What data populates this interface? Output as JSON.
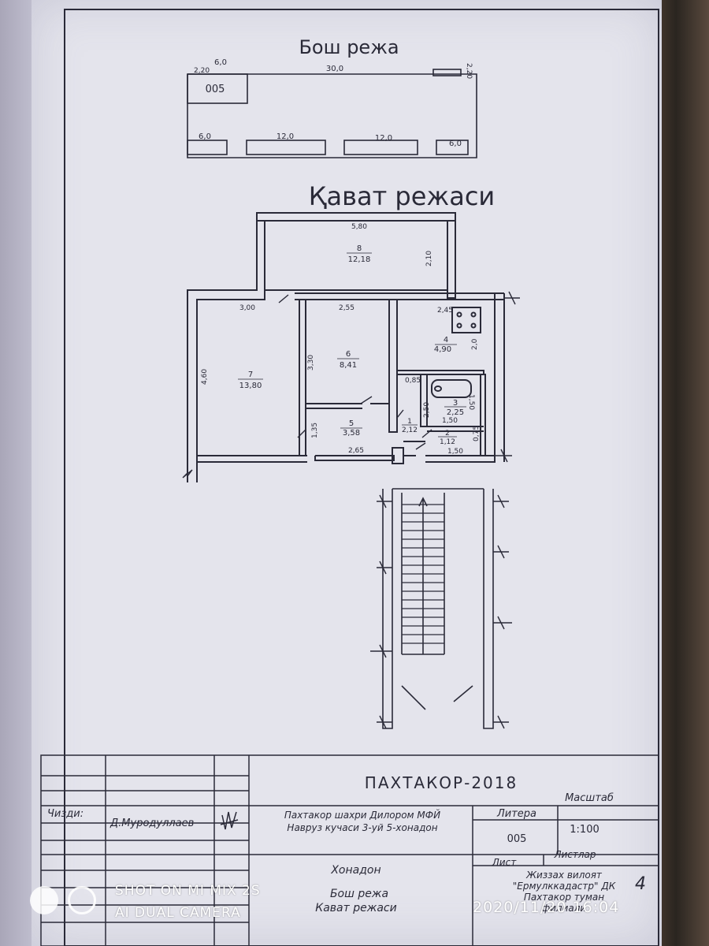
{
  "site_plan": {
    "title": "Бош режа",
    "dims": [
      "2,20",
      "6,0",
      "30,0",
      "2,20",
      "005",
      "6,0",
      "12,0",
      "12,0",
      "6,0"
    ]
  },
  "floor_plan": {
    "title": "Қават режаси",
    "room_numbers": [
      "8",
      "6",
      "4",
      "7",
      "3",
      "5",
      "1",
      "2"
    ],
    "room_areas": [
      "12,18",
      "8,41",
      "4,90",
      "13,80",
      "2,25",
      "3,58",
      "2,12",
      "1,12"
    ],
    "dims": [
      "5,80",
      "2,10",
      "3,00",
      "2,55",
      "2,45",
      "2,0",
      "3,30",
      "4,60",
      "0,85",
      "1,50",
      "2,50",
      "1,50",
      "1,35",
      "2,65",
      "0,75",
      "1,50"
    ]
  },
  "title_block": {
    "project": "ПАХТАКОР-2018",
    "drawn_label": "Чизди:",
    "drawn_name": "Д.Муродуллаев",
    "address_line1": "Пахтакор шахри Дилором МФЙ",
    "address_line2": "Навруз кучаси 3-уй 5-хонадон",
    "litera_label": "Литера",
    "scale_label": "Масштаб",
    "litera_value": "005",
    "scale_value": "1:100",
    "sheet_label": "Лист",
    "sheets_label": "Листлар",
    "object": "Хонадон",
    "sheet_name1": "Бош режа",
    "sheet_name2": "Кават режаси",
    "org_line1": "Жиззах вилоят",
    "org_line2": "\"Ермулккадастр\" ДК",
    "org_line3": "Пахтакор туман",
    "org_line4": "филиали",
    "margin_note": "4"
  },
  "watermark": {
    "line1": "SHOT ON MI MIX 2S",
    "line2": "AI DUAL CAMERA",
    "timestamp": "2020/11/20 16:04"
  },
  "colors": {
    "paper": "#e4e4ec",
    "ink": "#2a2a38",
    "background": "#6b5a4a"
  }
}
